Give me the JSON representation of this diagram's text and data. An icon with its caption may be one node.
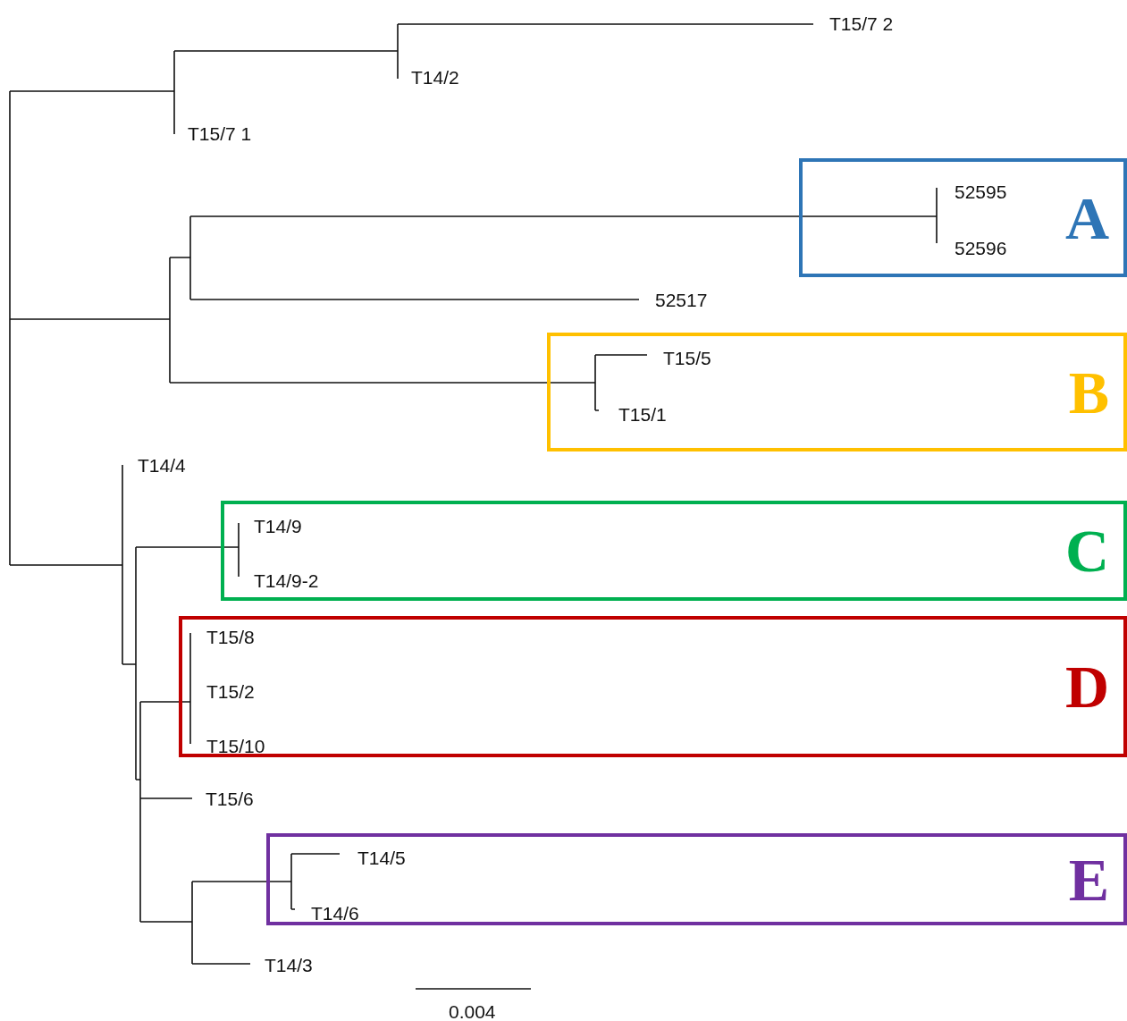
{
  "diagram": {
    "nodes": [
      {
        "text": [
          "T15/7 2"
        ]
      },
      {
        "text": [
          "T14/2"
        ]
      },
      {
        "text": [
          "T15/7 1"
        ]
      },
      {
        "text": [
          "A"
        ]
      },
      {
        "text": [
          "52595"
        ],
        "in": 3
      },
      {
        "text": [
          "52596"
        ],
        "in": 3
      },
      {
        "text": [
          "52517"
        ]
      },
      {
        "text": [
          "B"
        ]
      },
      {
        "text": [
          "T15/5"
        ],
        "in": 7
      },
      {
        "text": [
          "T15/1"
        ],
        "in": 7
      },
      {
        "text": [
          "T14/4"
        ]
      },
      {
        "text": [
          "C"
        ]
      },
      {
        "text": [
          "T14/9"
        ],
        "in": 11
      },
      {
        "text": [
          "T14/9-2"
        ],
        "in": 11
      },
      {
        "text": [
          "D"
        ]
      },
      {
        "text": [
          "T15/8"
        ],
        "in": 14
      },
      {
        "text": [
          "T15/2"
        ],
        "in": 14
      },
      {
        "text": [
          "T15/10"
        ],
        "in": 14
      },
      {
        "text": [
          "T15/6"
        ]
      },
      {
        "text": [
          "E"
        ]
      },
      {
        "text": [
          "T14/5"
        ],
        "in": 19
      },
      {
        "text": [
          "T14/6"
        ],
        "in": 19
      },
      {
        "text": [
          "T14/3"
        ]
      }
    ],
    "labels": [
      "0.004"
    ]
  }
}
